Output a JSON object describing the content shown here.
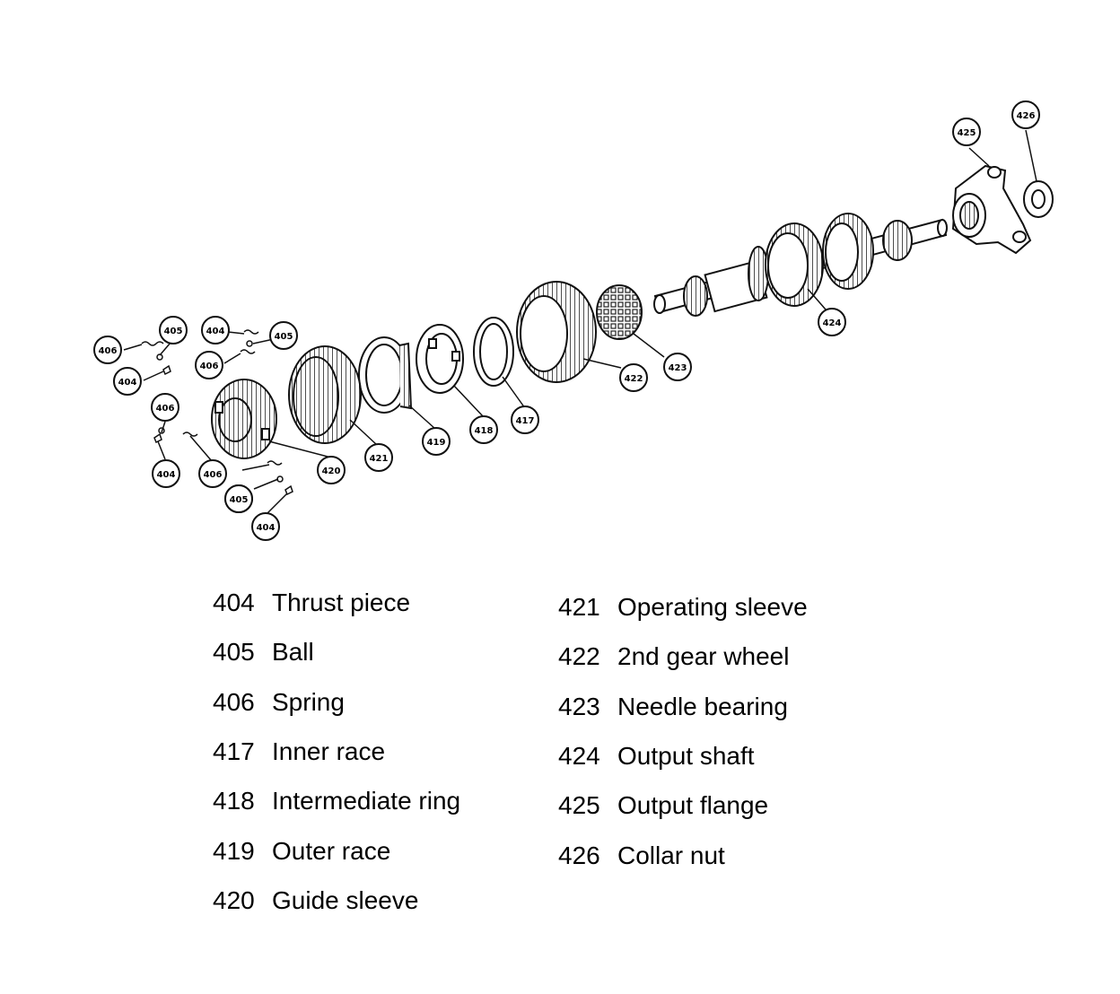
{
  "callouts": [
    "406",
    "405",
    "404",
    "405",
    "404",
    "406",
    "406",
    "405",
    "404",
    "406",
    "405",
    "404",
    "420",
    "421",
    "419",
    "418",
    "417",
    "422",
    "423",
    "424",
    "425",
    "426"
  ],
  "legend": [
    {
      "number": "404",
      "text": "Thrust piece"
    },
    {
      "number": "405",
      "text": "Ball"
    },
    {
      "number": "406",
      "text": "Spring"
    },
    {
      "number": "417",
      "text": "Inner race"
    },
    {
      "number": "418",
      "text": "Intermediate ring"
    },
    {
      "number": "419",
      "text": "Outer race"
    },
    {
      "number": "420",
      "text": "Guide sleeve"
    },
    {
      "number": "421",
      "text": "Operating sleeve"
    },
    {
      "number": "422",
      "text": "2nd gear wheel"
    },
    {
      "number": "423",
      "text": "Needle bearing"
    },
    {
      "number": "424",
      "text": "Output shaft"
    },
    {
      "number": "425",
      "text": "Output flange"
    },
    {
      "number": "426",
      "text": "Collar nut"
    }
  ]
}
